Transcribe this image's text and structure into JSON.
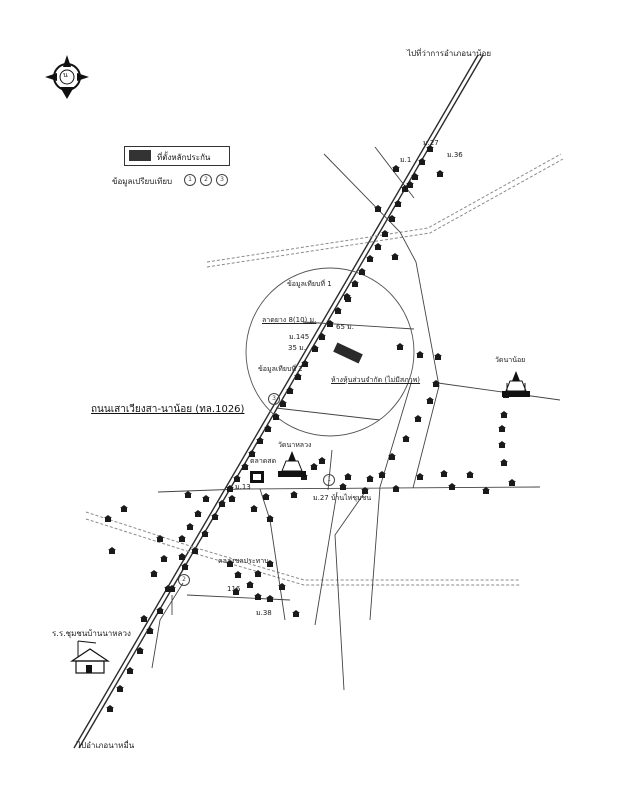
{
  "labels": {
    "to_district_office": "ไปที่ว่าการอำเภอนาน้อย",
    "moo27_top": "ม.27",
    "moo1_top": "ม.1",
    "moo36": "ม.36",
    "legend_label": "ที่ตั้งหลักประกัน",
    "legend_note": "ข้อมูลเปรียบเทียบ",
    "comparable_1": "ข้อมูลเทียบที่ 1",
    "lat_road": "ลาดยาง 8(10) ม.",
    "dist_65": "65 ม.",
    "moo145": "ม.145",
    "dist_35": "35 ม.",
    "comparable_2": "ข้อมูลเทียบที่ 2",
    "partnership": "ห้างหุ้นส่วนจำกัด (ไม่มีสภาพ)",
    "wat_na_noi": "วัดนาน้อย",
    "main_road": "ถนนเสาเวียงสา-นาน้อย (ทล.1026)",
    "wat_na_luang": "วัดนาหลวง",
    "market": "ตลาดสด",
    "moo13": "ม.13",
    "moo27_bottom": "ม.27 บ้านไห่ชุมชน",
    "canal": "คลองชลประทาน",
    "moo116": "116",
    "moo38": "ม.38",
    "school": "ร.ร.ชุมชนบ้านนาหลวง",
    "to_mueang": "ไปอำเภอนาหมื่น",
    "north": "น"
  },
  "circle_markers": [
    "1",
    "2",
    "3"
  ],
  "legend_circles": [
    "1",
    "2",
    "3"
  ],
  "colors": {
    "line": "#2b2b2b",
    "light_line": "#8a8a8a",
    "house": "#1a1a1a",
    "collateral": "#2a2a2a"
  }
}
